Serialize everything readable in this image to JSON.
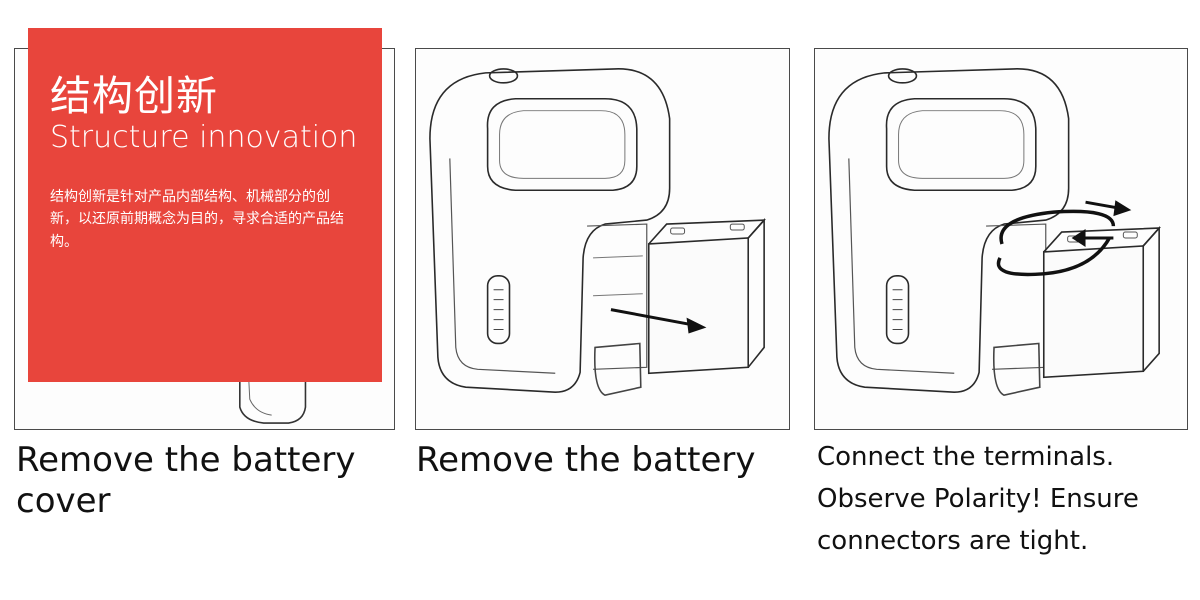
{
  "overlay": {
    "title_cn": "结构创新",
    "title_en": "Structure innovation",
    "body_cn": "结构创新是针对产品内部结构、机械部分的创新，以还原前期概念为目的，寻求合适的产品结构。",
    "background": "#e8453c",
    "text_color": "#ffffff"
  },
  "steps": [
    {
      "caption": "Remove the battery cover"
    },
    {
      "caption": "Remove the battery"
    },
    {
      "caption": "Connect the terminals. Observe Polarity! Ensure connectors are tight."
    }
  ]
}
